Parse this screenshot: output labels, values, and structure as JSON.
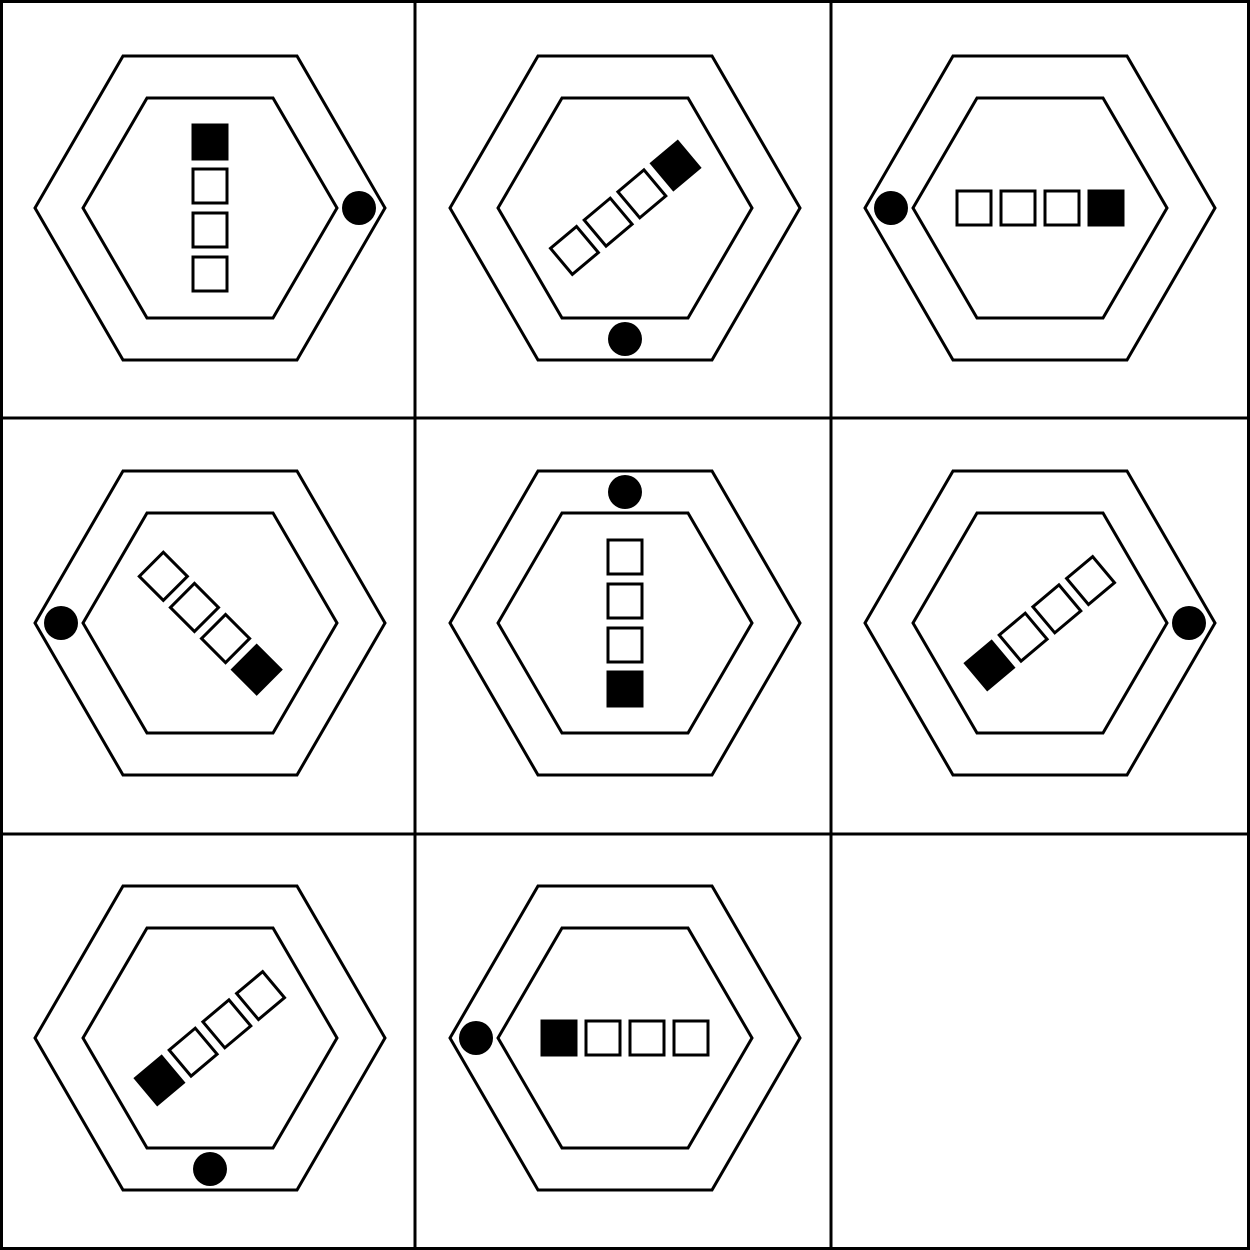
{
  "puzzle": {
    "rows": 3,
    "cols": 3,
    "colors": {
      "line": "#000000",
      "fill": "#000000",
      "background": "#ffffff"
    },
    "cells": [
      {
        "row": 0,
        "col": 0,
        "empty": false,
        "squares_angle_deg": 90,
        "filled_square_index": 0,
        "dot_direction": "right"
      },
      {
        "row": 0,
        "col": 1,
        "empty": false,
        "squares_angle_deg": -40,
        "filled_square_index": 3,
        "dot_direction": "bottom"
      },
      {
        "row": 0,
        "col": 2,
        "empty": false,
        "squares_angle_deg": 0,
        "filled_square_index": 3,
        "dot_direction": "left"
      },
      {
        "row": 1,
        "col": 0,
        "empty": false,
        "squares_angle_deg": 45,
        "filled_square_index": 3,
        "dot_direction": "left"
      },
      {
        "row": 1,
        "col": 1,
        "empty": false,
        "squares_angle_deg": 90,
        "filled_square_index": 3,
        "dot_direction": "top"
      },
      {
        "row": 1,
        "col": 2,
        "empty": false,
        "squares_angle_deg": -40,
        "filled_square_index": 0,
        "dot_direction": "right"
      },
      {
        "row": 2,
        "col": 0,
        "empty": false,
        "squares_angle_deg": -40,
        "filled_square_index": 0,
        "dot_direction": "bottom"
      },
      {
        "row": 2,
        "col": 1,
        "empty": false,
        "squares_angle_deg": 0,
        "filled_square_index": 0,
        "dot_direction": "left"
      },
      {
        "row": 2,
        "col": 2,
        "empty": true
      }
    ]
  }
}
